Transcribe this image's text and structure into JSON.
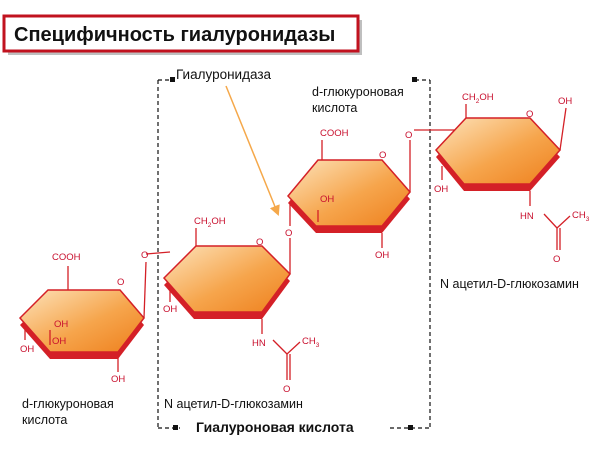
{
  "title": "Специфичность гиалуронидазы",
  "enzyme_label": "Гиалуронидаза",
  "bottom_title": "Гиалуроновая кислота",
  "captions": {
    "glucuronic_1_line1": "d-глюкуроновая",
    "glucuronic_1_line2": "кислота",
    "acetylglucosamine_1": "N ацетил-D-глюкозамин",
    "glucuronic_2_line1": "d-глюкуроновая",
    "glucuronic_2_line2": "кислота",
    "acetylglucosamine_2": "N ацетил-D-глюкозамин"
  },
  "atoms": {
    "cooh": "COOH",
    "ch2oh": "CH",
    "ch2oh_sub": "2",
    "ch2oh_tail": "OH",
    "oh": "OH",
    "o": "O",
    "nh": "HN",
    "ch3": "CH",
    "ch3_sub": "3"
  },
  "colors": {
    "ring_light": "#fbd8a5",
    "ring_dark": "#f08a24",
    "ring_edge": "#d42027",
    "atom_red": "#c8102e",
    "arrow": "#f5a84a",
    "title_border": "#c1121f"
  }
}
